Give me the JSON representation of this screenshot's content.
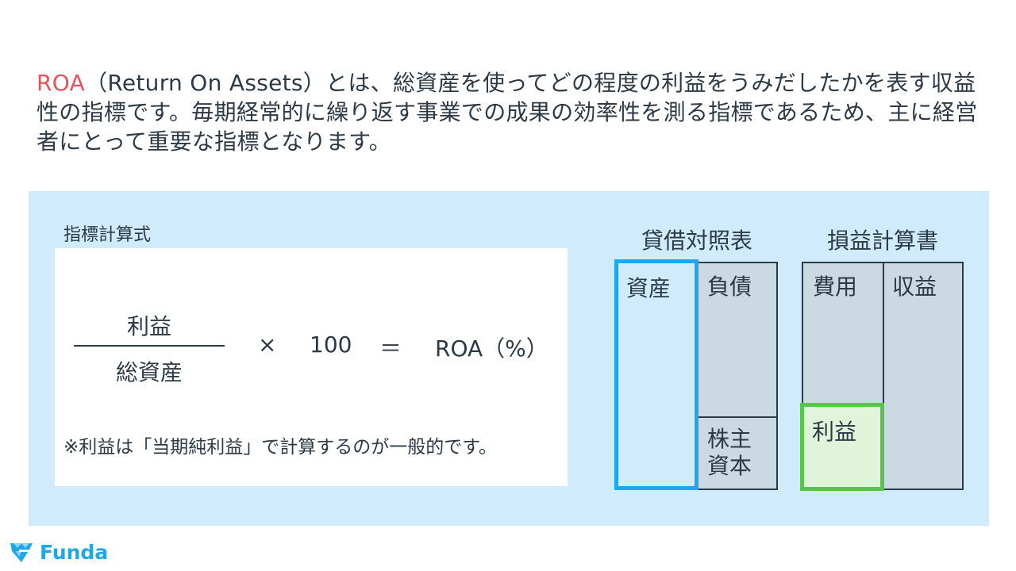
{
  "intro": {
    "highlight": "ROA",
    "text": "（Return On Assets）とは、総資産を使ってどの程度の利益をうみだしたかを表す収益性の指標です。毎期経常的に繰り返す事業での成果の効率性を測る指標であるため、主に経営者にとって重要な指標となります。"
  },
  "formula": {
    "label": "指標計算式",
    "numerator": "利益",
    "denominator": "総資産",
    "times": "×",
    "multiplier": "100",
    "equals": "＝",
    "result": "ROA（%）",
    "note": "※利益は「当期純利益」で計算するのが一般的です。"
  },
  "balance_sheet": {
    "title": "貸借対照表",
    "assets": "資産",
    "liabilities": "負債",
    "equity": "株主資本",
    "equity_line1": "株主",
    "equity_line2": "資本"
  },
  "income_statement": {
    "title": "損益計算書",
    "expenses": "費用",
    "revenue": "収益",
    "profit": "利益"
  },
  "colors": {
    "highlight": "#e8505b",
    "panel": "#d0ebfb",
    "assets_border": "#1ea7ea",
    "profit_border": "#58c44a",
    "gray_cell": "#cbd9e3"
  },
  "logo": {
    "text": "Funda"
  }
}
